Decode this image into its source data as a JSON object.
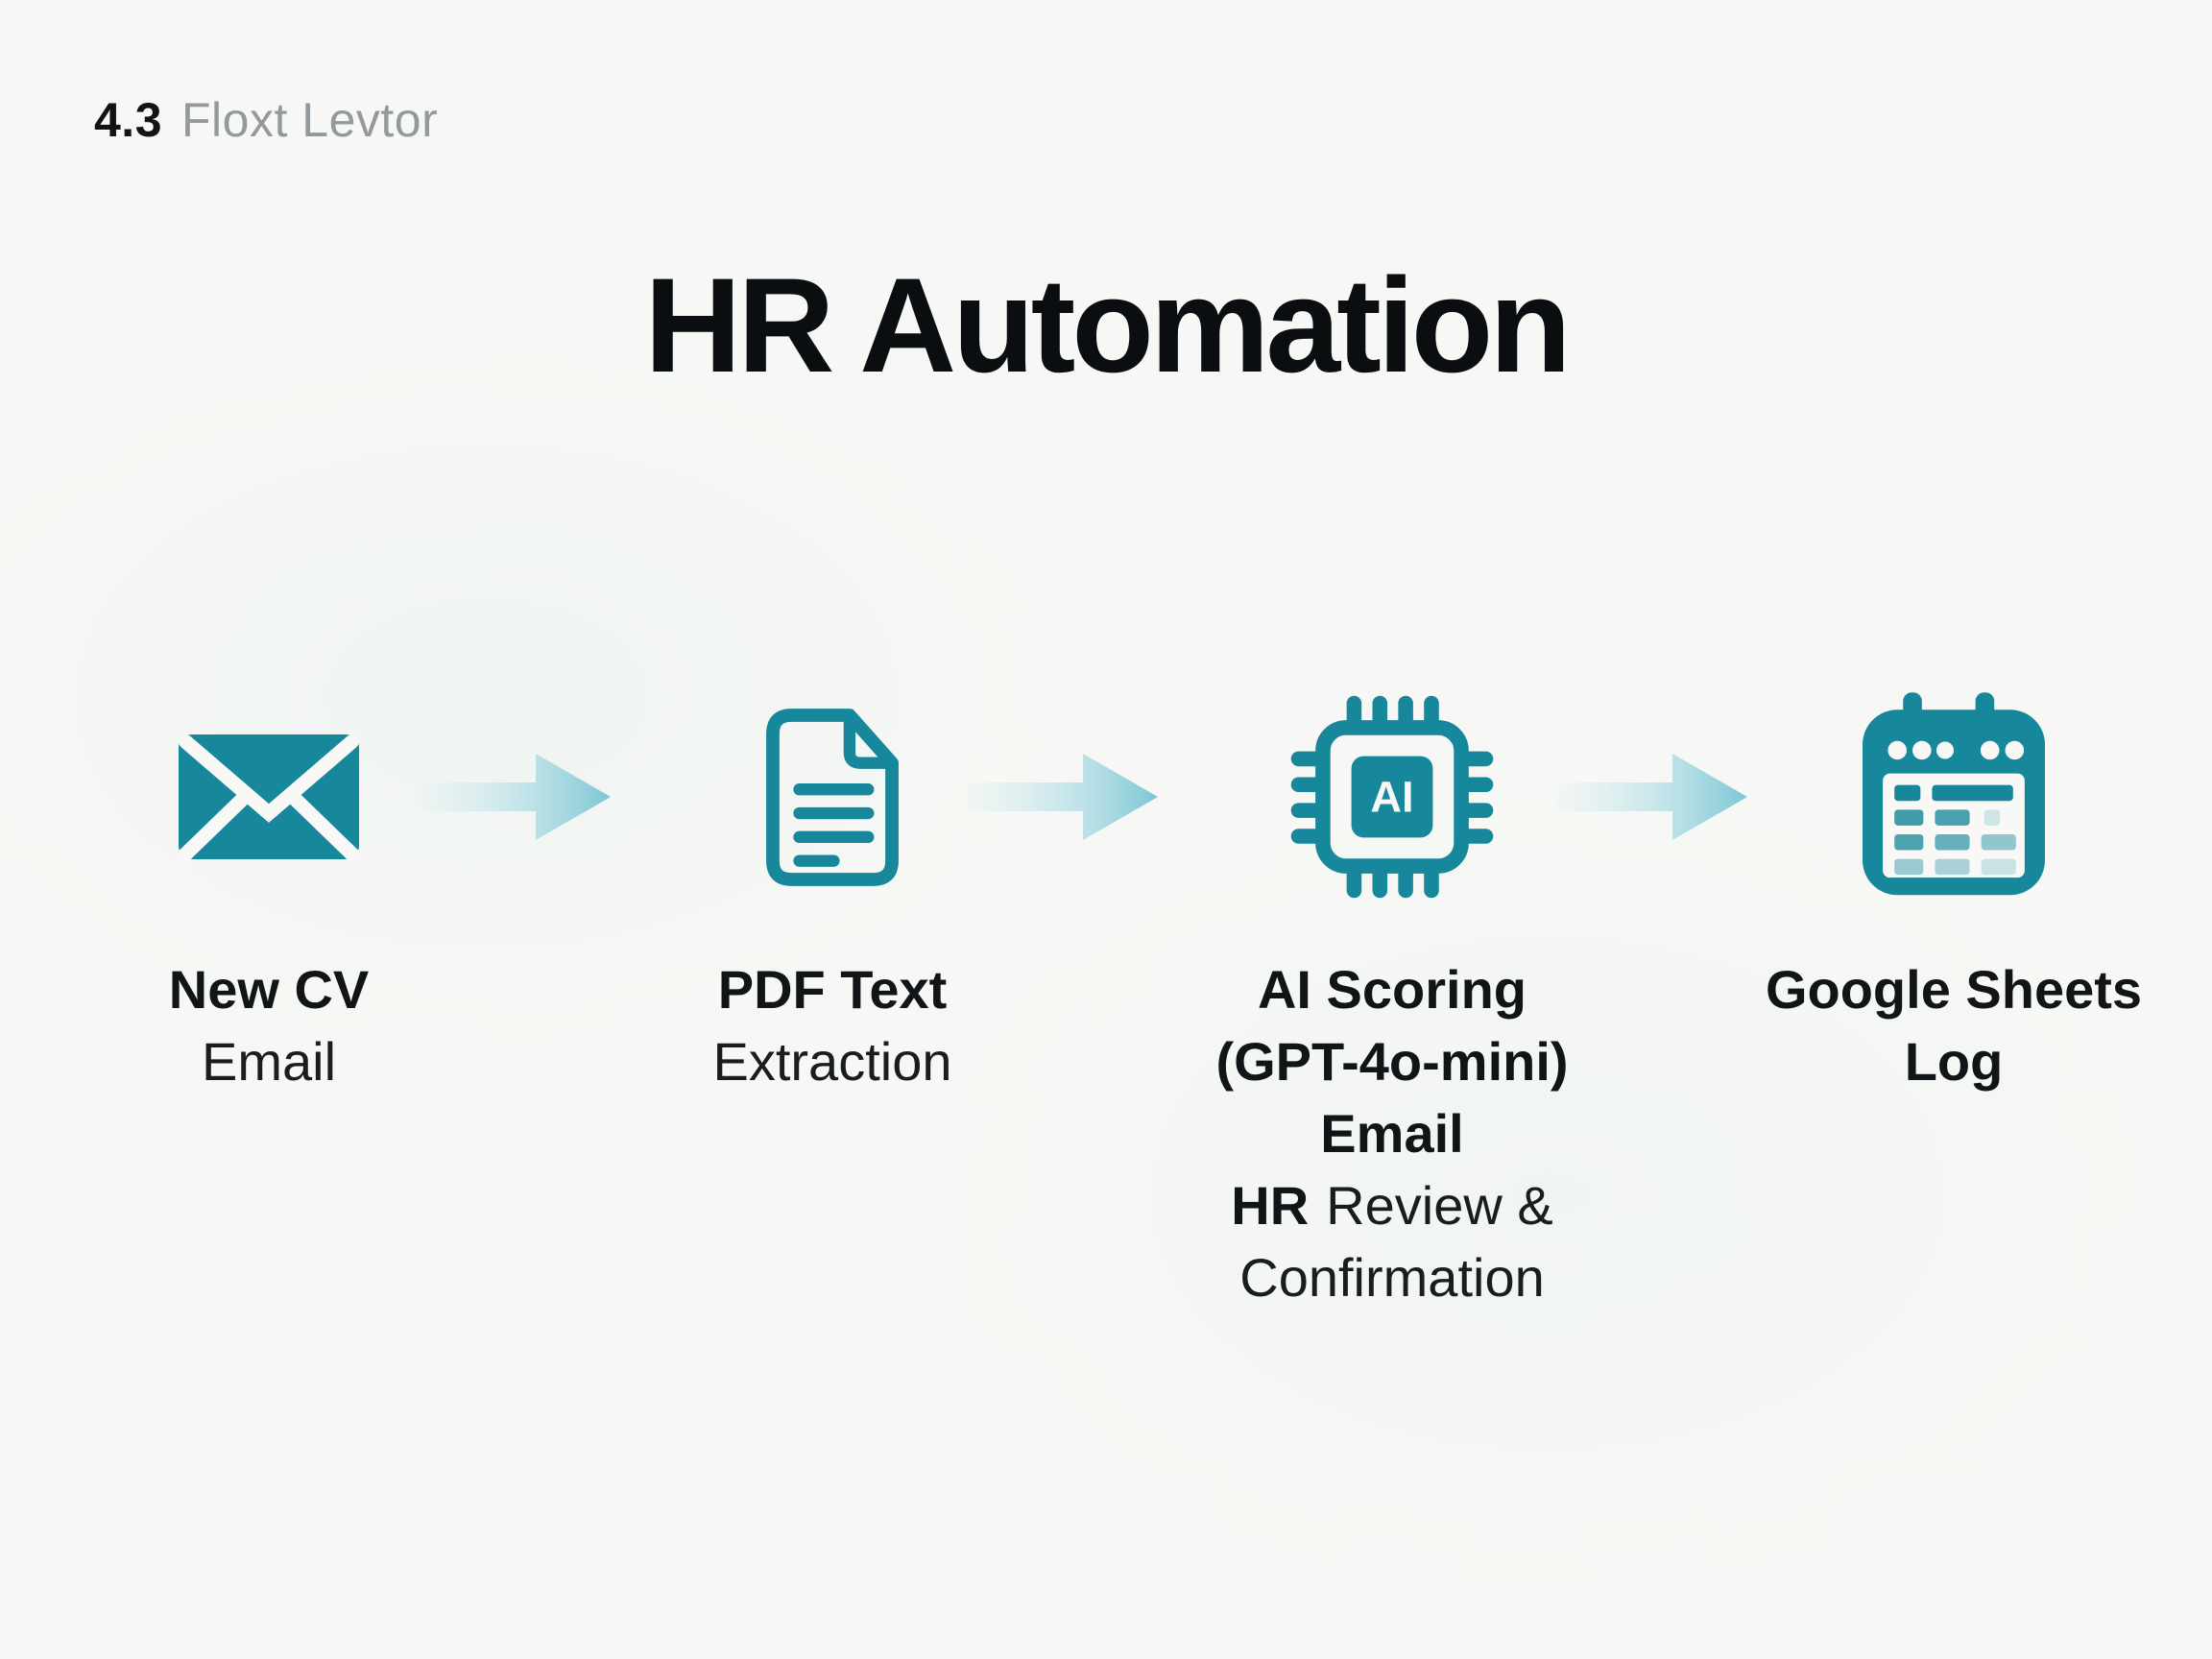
{
  "page": {
    "background_color": "#f7f8f5",
    "accent_teal": "#17879b",
    "arrow_teal_light": "#cfe9ee",
    "arrow_teal": "#7cc7d4",
    "text_black": "#121518",
    "text_gray": "#939a9d"
  },
  "header": {
    "number": "4.3",
    "label": "Floxt Levtor"
  },
  "title": "HR Automation",
  "steps": [
    {
      "icon": "envelope-icon",
      "line1": "New CV",
      "line2": "Email"
    },
    {
      "icon": "pdf-document-icon",
      "line1": "PDF Text",
      "line2": "Extraction"
    },
    {
      "icon": "ai-chip-icon",
      "chip_text": "AI",
      "line1": "AI Scoring",
      "line2": "(GPT-4o-mini)",
      "line3": "Email",
      "line4_bold": "HR",
      "line4_regular": "Review &",
      "line5": "Confirmation"
    },
    {
      "icon": "spreadsheet-calendar-icon",
      "line1": "Google Sheets",
      "line2": "Log"
    }
  ]
}
